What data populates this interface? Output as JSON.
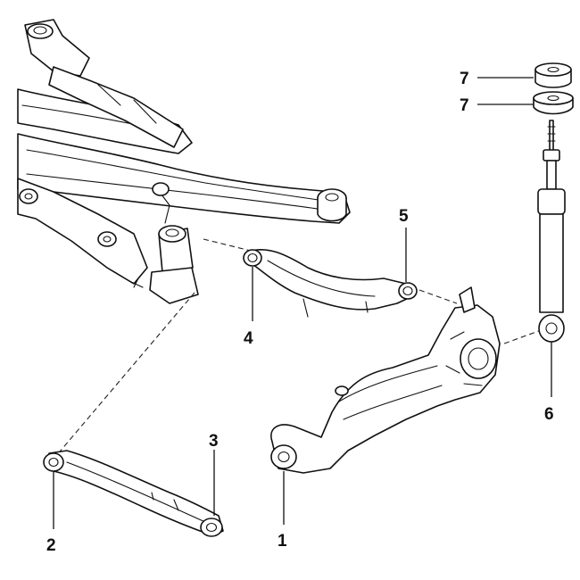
{
  "diagram": {
    "line_color": "#111111",
    "background": "#ffffff",
    "callouts": [
      {
        "id": "c1",
        "text": "1"
      },
      {
        "id": "c2",
        "text": "2"
      },
      {
        "id": "c3",
        "text": "3"
      },
      {
        "id": "c4",
        "text": "4"
      },
      {
        "id": "c5",
        "text": "5"
      },
      {
        "id": "c6",
        "text": "6"
      },
      {
        "id": "c7a",
        "text": "7"
      },
      {
        "id": "c7b",
        "text": "7"
      }
    ]
  }
}
